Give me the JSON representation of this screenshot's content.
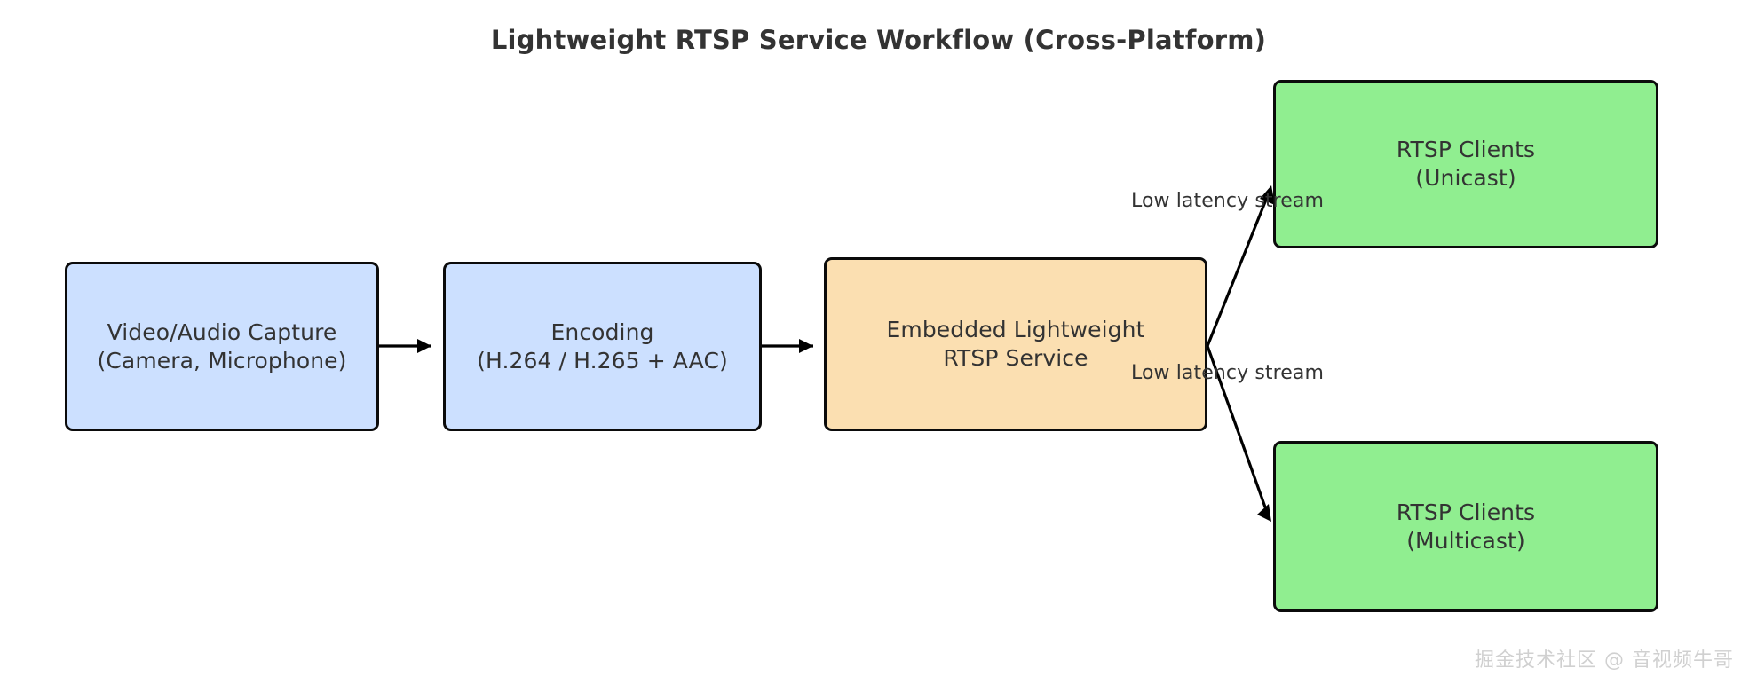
{
  "diagram": {
    "title": "Lightweight RTSP Service Workflow (Cross-Platform)",
    "type": "flowchart",
    "direction": "left-to-right",
    "colors": {
      "capture_fill": "#cce0ff",
      "encoding_fill": "#cce0ff",
      "service_fill": "#fbdfb1",
      "client_fill": "#90ee90",
      "node_stroke": "#0b0b0b",
      "text": "#333333",
      "title": "#333333",
      "edge": "#000000",
      "watermark": "#d0d0d0",
      "background": "#ffffff"
    },
    "nodes": [
      {
        "id": "capture",
        "label": "Video/Audio Capture\n(Camera, Microphone)",
        "line1": "Video/Audio Capture",
        "line2": "(Camera, Microphone)",
        "fill": "#cce0ff"
      },
      {
        "id": "encoding",
        "label": "Encoding\n(H.264 / H.265 + AAC)",
        "line1": "Encoding",
        "line2": "(H.264 / H.265 + AAC)",
        "fill": "#cce0ff"
      },
      {
        "id": "service",
        "label": "Embedded Lightweight\nRTSP Service",
        "line1": "Embedded Lightweight",
        "line2": "RTSP Service",
        "fill": "#fbdfb1"
      },
      {
        "id": "unicast",
        "label": "RTSP Clients\n(Unicast)",
        "line1": "RTSP Clients",
        "line2": "(Unicast)",
        "fill": "#90ee90"
      },
      {
        "id": "multicast",
        "label": "RTSP Clients\n(Multicast)",
        "line1": "RTSP Clients",
        "line2": "(Multicast)",
        "fill": "#90ee90"
      }
    ],
    "edges": [
      {
        "id": "capture-to-encoding",
        "from": "capture",
        "to": "encoding",
        "label": ""
      },
      {
        "id": "encoding-to-service",
        "from": "encoding",
        "to": "service",
        "label": ""
      },
      {
        "id": "service-to-unicast",
        "from": "service",
        "to": "unicast",
        "label": "Low latency stream"
      },
      {
        "id": "service-to-multicast",
        "from": "service",
        "to": "multicast",
        "label": "Low latency stream"
      }
    ]
  },
  "watermark": {
    "text": "掘金技术社区 @ 音视频牛哥"
  }
}
